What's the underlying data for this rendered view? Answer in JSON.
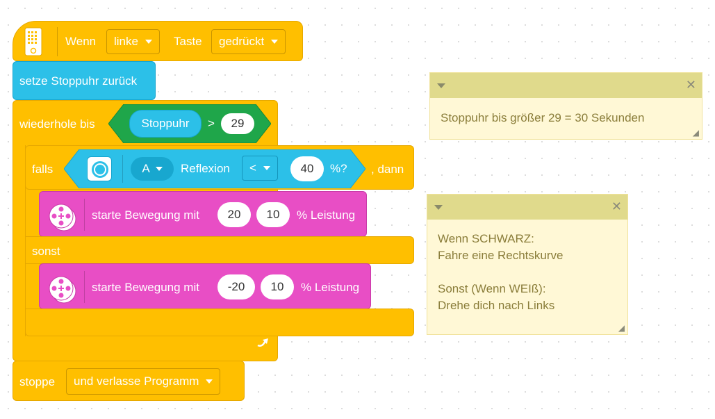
{
  "event_block": {
    "label_when": "Wenn",
    "button_choice": "linke",
    "label_key": "Taste",
    "action_choice": "gedrückt"
  },
  "reset_block": {
    "label": "setze Stoppuhr zurück"
  },
  "repeat_block": {
    "label": "wiederhole bis",
    "sensor": "Stoppuhr",
    "operator": ">",
    "value": "29"
  },
  "if_block": {
    "label_if": "falls",
    "port": "A",
    "sensor_label": "Reflexion",
    "comparator": "<",
    "value": "40",
    "suffix": "%?",
    "label_then": ", dann",
    "label_else": "sonst"
  },
  "move_then": {
    "label": "starte Bewegung mit",
    "left": "20",
    "right": "10",
    "suffix": "% Leistung"
  },
  "move_else": {
    "label": "starte Bewegung mit",
    "left": "-20",
    "right": "10",
    "suffix": "% Leistung"
  },
  "stop_block": {
    "label": "stoppe",
    "choice": "und verlasse Programm"
  },
  "comments": [
    {
      "text": "Stoppuhr bis größer 29 = 30 Sekunden"
    },
    {
      "text": "Wenn SCHWARZ:\nFahre eine Rechtskurve\n\nSonst (Wenn WEIß):\nDrehe dich nach Links"
    }
  ],
  "colors": {
    "event": "#ffbf00",
    "sensor": "#2cc0e8",
    "motor": "#e84ec5",
    "operator": "#1fa64a",
    "comment": "#fff8d6"
  }
}
